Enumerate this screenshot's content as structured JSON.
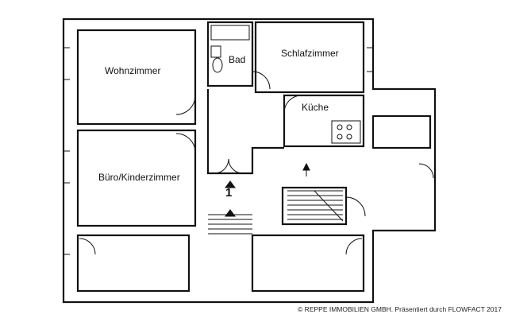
{
  "floorplan": {
    "rooms": {
      "wohnzimmer": "Wohnzimmer",
      "bad": "Bad",
      "schlafzimmer": "Schlafzimmer",
      "kueche": "Küche",
      "buero": "Büro/Kinderzimmer"
    },
    "stair_number": "1",
    "copyright": "© REPPE IMMOBILIEN GMBH. Präsentiert durch FLOWFACT 2017"
  }
}
